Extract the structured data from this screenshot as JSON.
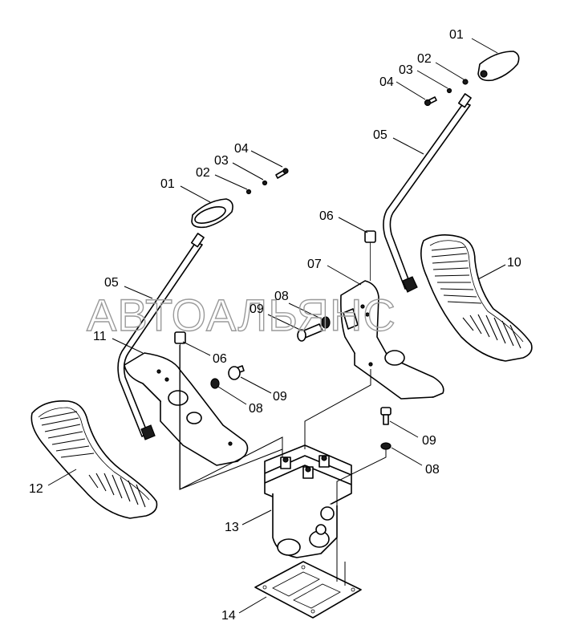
{
  "watermark": "АВТОАЛЬЯНС",
  "callouts": [
    {
      "id": "c-01-right",
      "text": "01"
    },
    {
      "id": "c-02-right",
      "text": "02"
    },
    {
      "id": "c-03-right",
      "text": "03"
    },
    {
      "id": "c-04-right",
      "text": "04"
    },
    {
      "id": "c-05-right",
      "text": "05"
    },
    {
      "id": "c-06-right",
      "text": "06"
    },
    {
      "id": "c-07",
      "text": "07"
    },
    {
      "id": "c-08-mid",
      "text": "08"
    },
    {
      "id": "c-09-mid",
      "text": "09"
    },
    {
      "id": "c-10",
      "text": "10"
    },
    {
      "id": "c-01-left",
      "text": "01"
    },
    {
      "id": "c-02-left",
      "text": "02"
    },
    {
      "id": "c-03-left",
      "text": "03"
    },
    {
      "id": "c-04-left",
      "text": "04"
    },
    {
      "id": "c-05-left",
      "text": "05"
    },
    {
      "id": "c-11",
      "text": "11"
    },
    {
      "id": "c-06-left",
      "text": "06"
    },
    {
      "id": "c-09-left",
      "text": "09"
    },
    {
      "id": "c-08-left",
      "text": "08"
    },
    {
      "id": "c-09-low",
      "text": "09"
    },
    {
      "id": "c-08-low",
      "text": "08"
    },
    {
      "id": "c-12",
      "text": "12"
    },
    {
      "id": "c-13",
      "text": "13"
    },
    {
      "id": "c-14",
      "text": "14"
    }
  ]
}
